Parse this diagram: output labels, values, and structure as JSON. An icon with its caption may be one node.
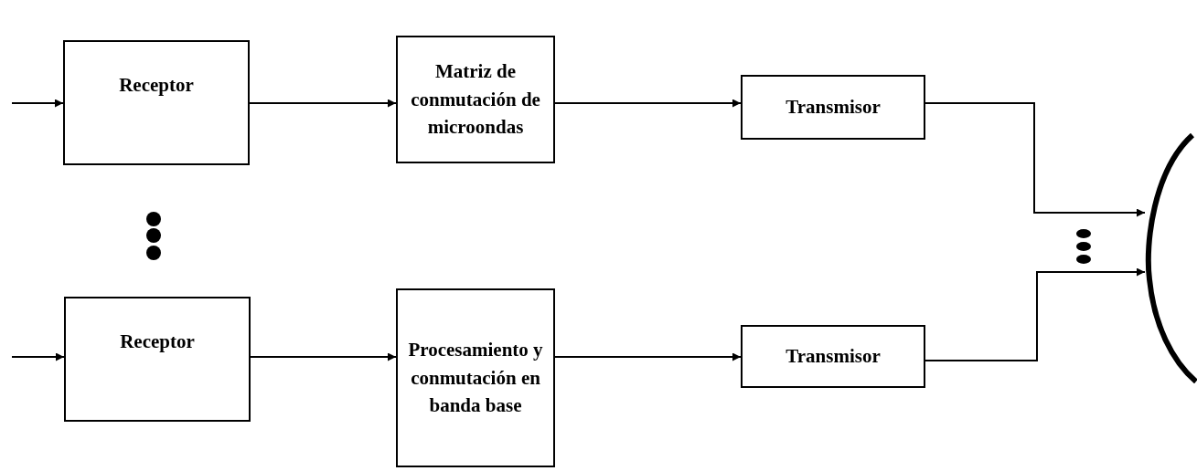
{
  "diagram": {
    "nodes": [
      {
        "text": [
          "Receptor"
        ]
      },
      {
        "text": [
          "Matriz de conmutación de microondas"
        ]
      },
      {
        "text": [
          "Transmisor"
        ]
      },
      {
        "text": [
          "Receptor"
        ]
      },
      {
        "text": [
          "Procesamiento y conmutación en banda base"
        ]
      },
      {
        "text": [
          "Transmisor"
        ]
      },
      {
        "text": [],
        "shape": "arc"
      }
    ],
    "edges": [
      {
        "from": null,
        "to": 0,
        "arrow": "to"
      },
      {
        "from": 0,
        "to": 1,
        "arrow": "to"
      },
      {
        "from": 1,
        "to": 2,
        "arrow": "to"
      },
      {
        "from": 2,
        "to": 6,
        "arrow": "to"
      },
      {
        "from": null,
        "to": 3,
        "arrow": "to"
      },
      {
        "from": 3,
        "to": 4,
        "arrow": "to"
      },
      {
        "from": 4,
        "to": 5,
        "arrow": "to"
      },
      {
        "from": 5,
        "to": 6,
        "arrow": "to"
      }
    ]
  }
}
